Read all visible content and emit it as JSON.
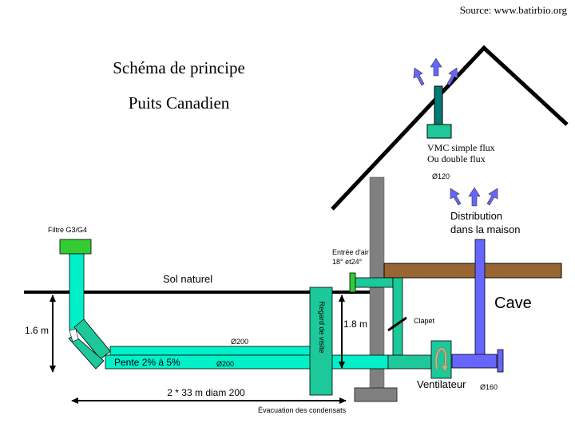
{
  "source": "Source: www.batirbio.org",
  "title": {
    "line1": "Schéma de principe",
    "line2": "Puits Canadien"
  },
  "labels": {
    "vmc_line1": "VMC simple flux",
    "vmc_line2": "Ou double flux",
    "diam_120": "Ø120",
    "distribution_line1": "Distribution",
    "distribution_line2": "dans la maison",
    "entree_line1": "Entrée d'air",
    "entree_line2": "18° et24°",
    "filtre": "Filtre G3/G4",
    "sol_naturel": "Sol naturel",
    "cave": "Cave",
    "depth_left": "1.6 m",
    "depth_right": "1.8 m",
    "clapet": "Clapet",
    "regard": "Regard de visite",
    "diam_200_top": "Ø200",
    "diam_200_bottom": "Ø200",
    "pente": "Pente  2% à 5%",
    "ventilateur": "Ventilateur",
    "diam_160": "Ø160",
    "length": "2 * 33 m diam 200",
    "evacuation": "Évacuation des condensats"
  },
  "colors": {
    "pipe_light": "#00f0c8",
    "pipe_medium": "#1dc89a",
    "filter_green": "#33cc33",
    "vmc_dark": "#007a73",
    "wall_gray": "#808080",
    "floor_brown": "#996633",
    "air_blue": "#6666ff",
    "fan_arrow": "#c8b48c"
  }
}
